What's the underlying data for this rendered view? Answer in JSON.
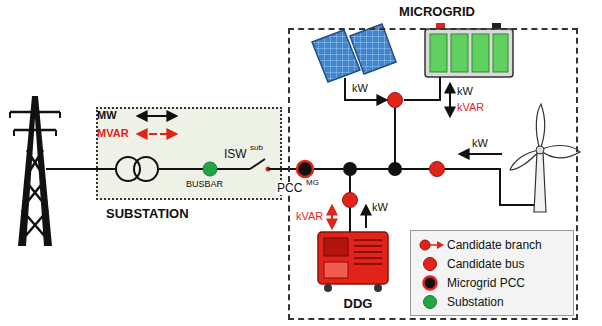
{
  "diagram": {
    "nodes": [
      {
        "text": [
          "SUBSTATION"
        ]
      },
      {
        "text": [
          "MICROGRID"
        ]
      },
      {
        "text": [
          "DDG"
        ],
        "in": 1
      }
    ],
    "edges": [
      {
        "from": 0,
        "to": 1,
        "arrow": "none"
      }
    ],
    "labels": [
      "MW",
      "MVAR",
      "BUSBAR",
      "ISW",
      "sub",
      "PCC",
      "MG",
      "kW",
      "kW",
      "kVAR",
      "kW",
      "kVAR",
      "kW"
    ],
    "legend": [
      {
        "text": "Candidate branch"
      },
      {
        "text": "Candidate bus"
      },
      {
        "text": "Microgrid PCC"
      },
      {
        "text": "Substation"
      }
    ]
  }
}
